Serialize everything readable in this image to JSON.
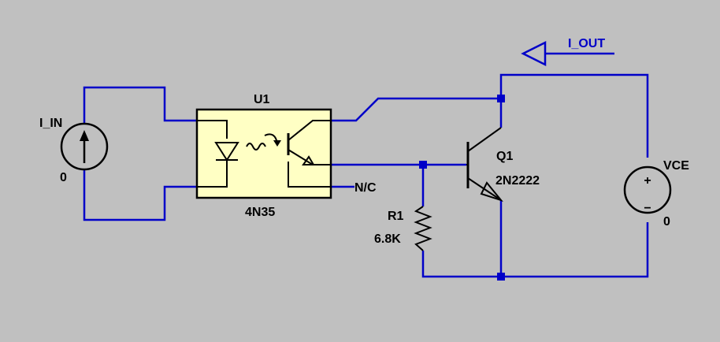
{
  "colors": {
    "background": "#c0c0c0",
    "wire": "#0000c8",
    "component": "#000000",
    "label": "#000000",
    "net_label": "#0000c8",
    "optocoupler_fill": "#ffffc4"
  },
  "components": {
    "i_in": {
      "name": "I_IN",
      "value": "0",
      "icon": "current-source-icon"
    },
    "u1": {
      "name": "U1",
      "part": "4N35",
      "icon": "optocoupler-icon",
      "nc_pin": "N/C"
    },
    "q1": {
      "name": "Q1",
      "part": "2N2222",
      "icon": "npn-transistor-icon"
    },
    "r1": {
      "name": "R1",
      "value": "6.8K",
      "icon": "resistor-icon"
    },
    "vce": {
      "name": "VCE",
      "value": "0",
      "icon": "voltage-source-icon",
      "plus": "+",
      "minus": "−"
    }
  },
  "net_labels": {
    "i_out": "I_OUT"
  }
}
